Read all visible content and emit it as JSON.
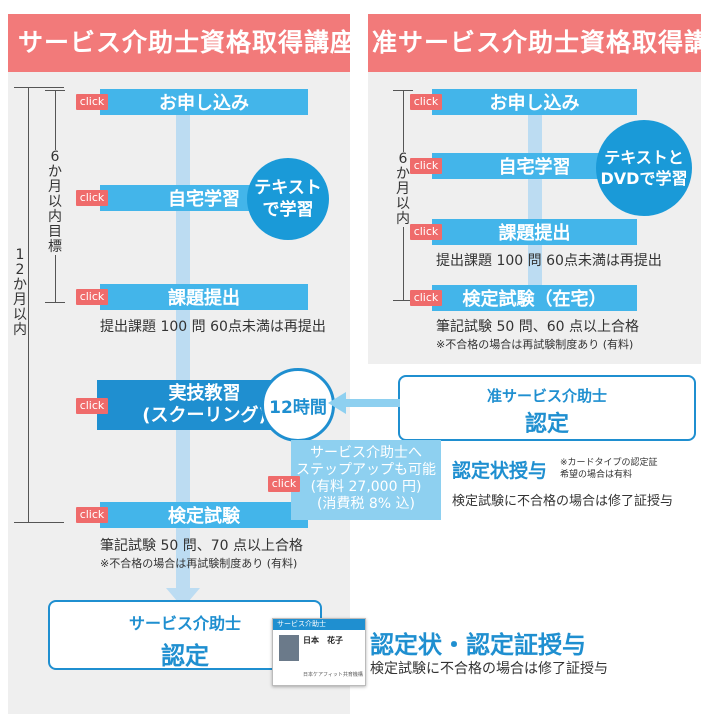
{
  "left": {
    "title": "サービス介助士資格取得講座",
    "steps": {
      "apply": "お申し込み",
      "home": "自宅学習",
      "submit": "課題提出",
      "schooling": "実技教習\n(スクーリング)",
      "exam": "検定試験"
    },
    "circle_text": "テキスト\nで学習",
    "hours_circle": "12時間",
    "note_submit": "提出課題 100 問  60点未満は再提出",
    "note_exam1": "筆記試験 50 問、70 点以上合格",
    "note_exam2": "※不合格の場合は再試験制度あり (有料)",
    "vlabel_6": "6か月以内目標",
    "vlabel_12": "12か月以内",
    "cert_small": "サービス介助士",
    "cert_big": "認定",
    "award_big": "認定状・認定証授与",
    "award_sub": "検定試験に不合格の場合は修了証授与"
  },
  "right": {
    "title": "准サービス介助士資格取得講座",
    "steps": {
      "apply": "お申し込み",
      "home": "自宅学習",
      "submit": "課題提出",
      "exam": "検定試験（在宅）"
    },
    "circle_text": "テキストと\nDVDで学習",
    "note_submit": "提出課題 100 問  60点未満は再提出",
    "note_exam1": "筆記試験 50 問、60 点以上合格",
    "note_exam2": "※不合格の場合は再試験制度あり (有料)",
    "vlabel_6": "6か月以内",
    "cert_small": "准サービス介助士",
    "cert_big": "認定",
    "award": "認定状授与",
    "award_note": "※カードタイプの認定証\n希望の場合は有料",
    "award_sub": "検定試験に不合格の場合は修了証授与"
  },
  "stepup": {
    "text": "サービス介助士へ\nステップアップも可能\n(有料 27,000 円)\n(消費税 8% 込)"
  },
  "card": {
    "header": "サービス介助士",
    "name": "日本　花子",
    "footer": "日本ケアフィット共育機構"
  },
  "click_label": "click",
  "colors": {
    "header": "#f27a7a",
    "step": "#43b5ea",
    "step_dark": "#1f8fd0",
    "click": "#ef6b6b",
    "bar": "#bcdcf2"
  }
}
